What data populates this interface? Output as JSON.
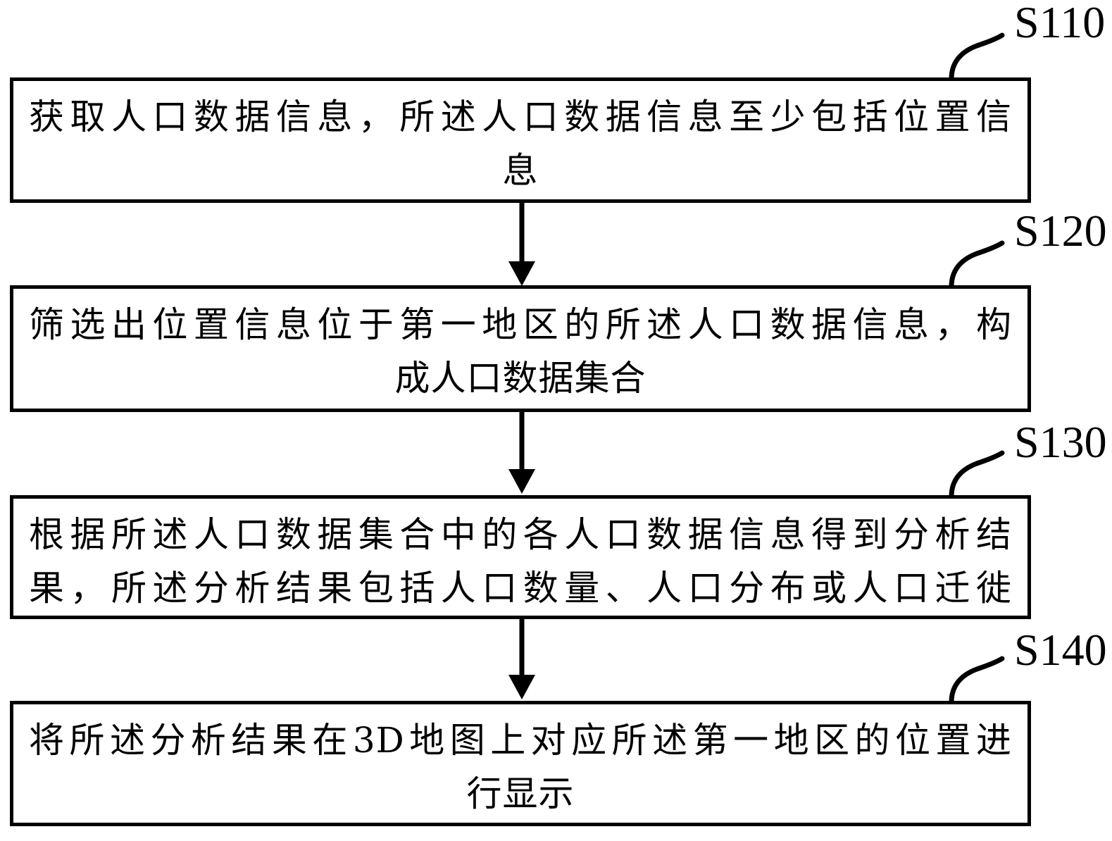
{
  "figure": {
    "type": "flowchart",
    "background": "#ffffff",
    "stroke_color": "#000000"
  },
  "steps": [
    {
      "label": "S110",
      "text": "获取人口数据信息，所述人口数据信息至少包括位置信息",
      "lines": [
        "获取人口数据信息，所述人口数据信息至少包括位置信",
        "息"
      ]
    },
    {
      "label": "S120",
      "text": "筛选出位置信息位于第一地区的所述人口数据信息，构成人口数据集合",
      "lines": [
        "筛选出位置信息位于第一地区的所述人口数据信息，构",
        "成人口数据集合"
      ]
    },
    {
      "label": "S130",
      "text": "根据所述人口数据集合中的各人口数据信息得到分析结果，所述分析结果包括人口数量、人口分布或人口迁徙",
      "lines": [
        "根据所述人口数据集合中的各人口数据信息得到分析结",
        "果，所述分析结果包括人口数量、人口分布或人口迁徙"
      ]
    },
    {
      "label": "S140",
      "text": "将所述分析结果在3D地图上对应所述第一地区的位置进行显示",
      "lines": [
        "将所述分析结果在3D地图上对应所述第一地区的位置进",
        "行显示"
      ]
    }
  ]
}
